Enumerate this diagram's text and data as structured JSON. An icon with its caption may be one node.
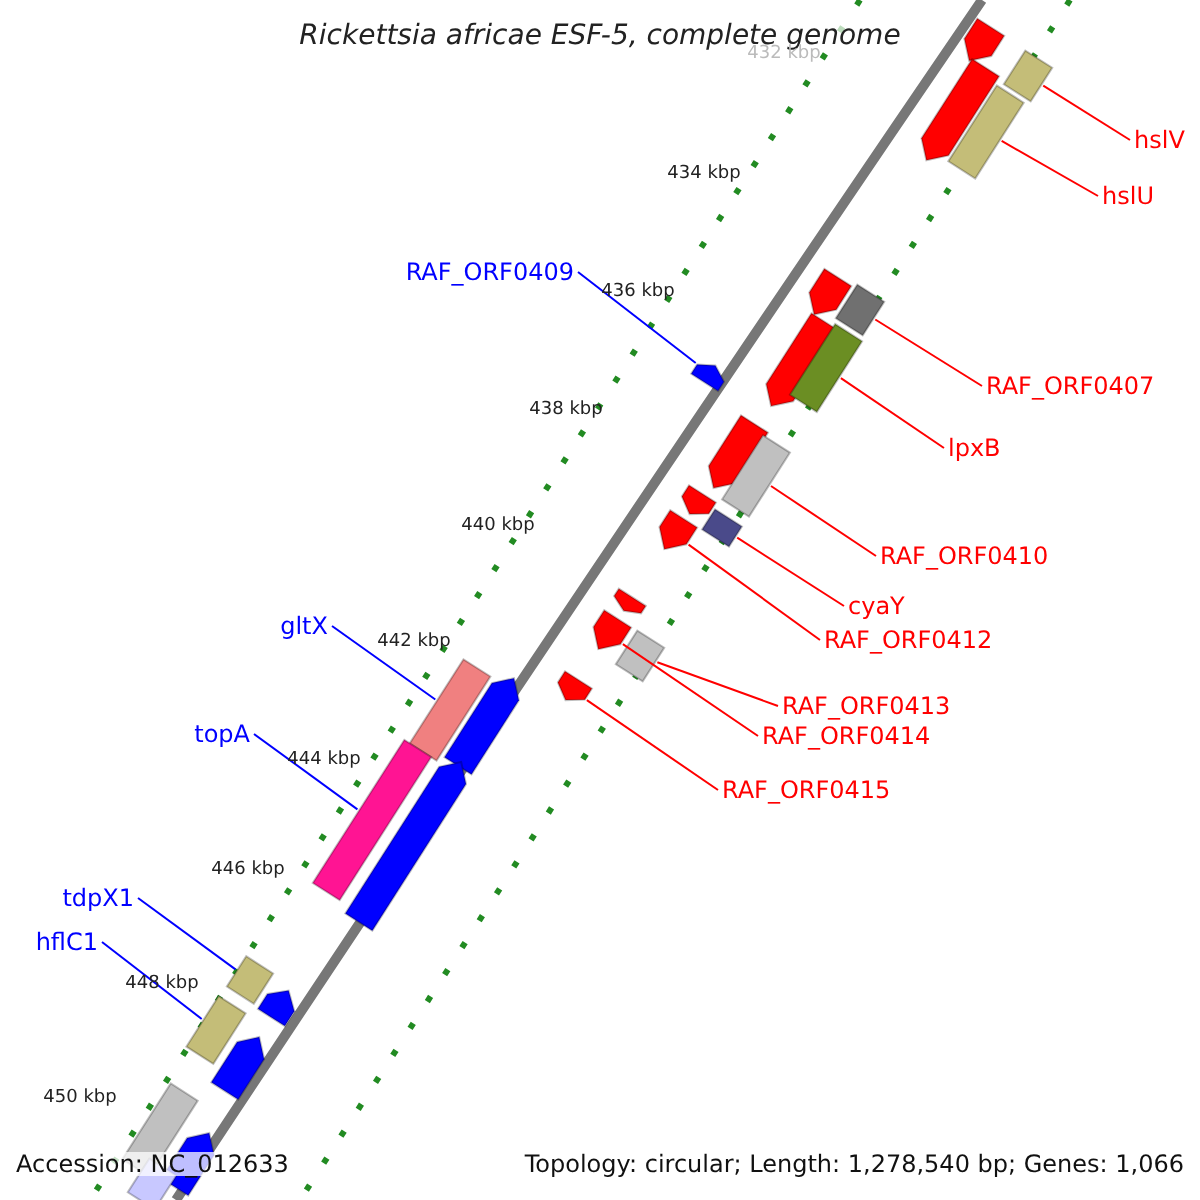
{
  "diagram": {
    "title": "Rickettsia africae ESF-5, complete genome",
    "nodes": [
      {
        "text": [
          "hslV"
        ]
      },
      {
        "text": [
          "hslU"
        ]
      },
      {
        "text": [
          "RAF_ORF0409"
        ]
      },
      {
        "text": [
          "RAF_ORF0407"
        ]
      },
      {
        "text": [
          "lpxB"
        ]
      },
      {
        "text": [
          "RAF_ORF0410"
        ]
      },
      {
        "text": [
          "cyaY"
        ]
      },
      {
        "text": [
          "RAF_ORF0412"
        ]
      },
      {
        "text": [
          "RAF_ORF0413"
        ]
      },
      {
        "text": [
          "RAF_ORF0414"
        ]
      },
      {
        "text": [
          "RAF_ORF0415"
        ]
      },
      {
        "text": [
          "gltX"
        ]
      },
      {
        "text": [
          "topA"
        ]
      },
      {
        "text": [
          "tdpX1"
        ]
      },
      {
        "text": [
          "hflC1"
        ]
      },
      {
        "text": [],
        "shape": "arrow"
      },
      {
        "text": [],
        "shape": "bar"
      },
      {
        "text": [],
        "shape": "arrow"
      },
      {
        "text": [],
        "shape": "bar"
      },
      {
        "text": [],
        "shape": "arrow"
      },
      {
        "text": [],
        "shape": "bar"
      },
      {
        "text": [],
        "shape": "arrow"
      },
      {
        "text": [],
        "shape": "bar"
      },
      {
        "text": [],
        "shape": "arrow"
      },
      {
        "text": [],
        "shape": "arrow"
      },
      {
        "text": [],
        "shape": "bar"
      },
      {
        "text": [],
        "shape": "arrow"
      },
      {
        "text": [],
        "shape": "bar"
      },
      {
        "text": [],
        "shape": "arrow"
      },
      {
        "text": [],
        "shape": "arrow"
      },
      {
        "text": [],
        "shape": "arrow"
      },
      {
        "text": [],
        "shape": "bar"
      },
      {
        "text": [],
        "shape": "arrow"
      },
      {
        "text": [],
        "shape": "bar"
      },
      {
        "text": [],
        "shape": "arrow"
      },
      {
        "text": [],
        "shape": "bar"
      },
      {
        "text": [],
        "shape": "arrow"
      },
      {
        "text": [],
        "shape": "bar"
      },
      {
        "text": [],
        "shape": "arrow"
      },
      {
        "text": [],
        "shape": "bar"
      },
      {
        "text": [],
        "shape": "arrow"
      },
      {
        "text": [],
        "shape": "bar"
      },
      {
        "text": [],
        "shape": "arrow"
      },
      {
        "text": [],
        "shape": "bar"
      }
    ],
    "edges": [
      {
        "from": 0,
        "to": 16,
        "arrow": "none"
      },
      {
        "from": 1,
        "to": 18,
        "arrow": "none"
      },
      {
        "from": 2,
        "to": 23,
        "arrow": "none",
        "color": "#0000ff"
      },
      {
        "from": 3,
        "to": 20,
        "arrow": "none"
      },
      {
        "from": 4,
        "to": 22,
        "arrow": "none"
      },
      {
        "from": 5,
        "to": 25,
        "arrow": "none"
      },
      {
        "from": 6,
        "to": 27,
        "arrow": "none"
      },
      {
        "from": 7,
        "to": 28,
        "arrow": "none"
      },
      {
        "from": 8,
        "to": 31,
        "arrow": "none"
      },
      {
        "from": 9,
        "to": 30,
        "arrow": "none"
      },
      {
        "from": 10,
        "to": 32,
        "arrow": "none"
      },
      {
        "from": 11,
        "to": 33,
        "arrow": "none",
        "color": "#0000ff"
      },
      {
        "from": 12,
        "to": 35,
        "arrow": "none",
        "color": "#0000ff"
      },
      {
        "from": 13,
        "to": 37,
        "arrow": "none",
        "color": "#0000ff"
      },
      {
        "from": 14,
        "to": 39,
        "arrow": "none",
        "color": "#0000ff"
      }
    ],
    "labels": [
      "432 kbp",
      "434 kbp",
      "436 kbp",
      "438 kbp",
      "440 kbp",
      "442 kbp",
      "444 kbp",
      "446 kbp",
      "448 kbp",
      "450 kbp",
      "Accession: NC_012633",
      "Topology: circular; Length: 1,278,540 bp; Genes: 1,066"
    ]
  }
}
